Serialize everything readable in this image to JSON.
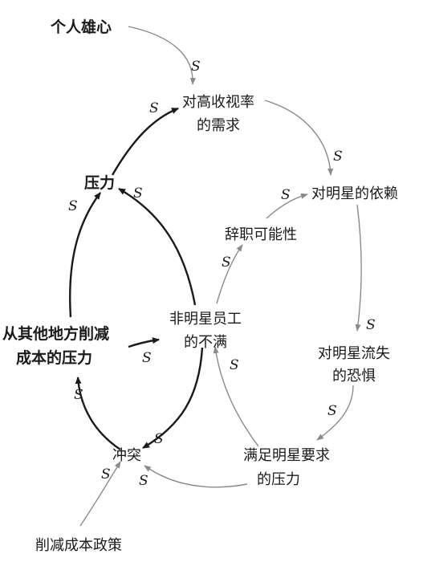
{
  "nodes": {
    "ambition": "个人雄心",
    "ratings_demand": [
      "对高收视率",
      "的需求"
    ],
    "pressure": "压力",
    "star_dependence": "对明星的依赖",
    "quit_possibility": "辞职可能性",
    "cost_pressure": [
      "从其他地方削减",
      "成本的压力"
    ],
    "nonstar_discontent": [
      "非明星员工",
      "的不满"
    ],
    "star_loss_fear": [
      "对明星流失",
      "的恐惧"
    ],
    "conflict": "冲突",
    "star_demand_pressure": [
      "满足明星要求",
      "的压力"
    ],
    "cost_policy": "削减成本政策"
  },
  "polarity": "S",
  "colors": {
    "dark_link": "#1a1a1a",
    "light_link": "#8a8a8a",
    "text": "#1a1a1a"
  }
}
